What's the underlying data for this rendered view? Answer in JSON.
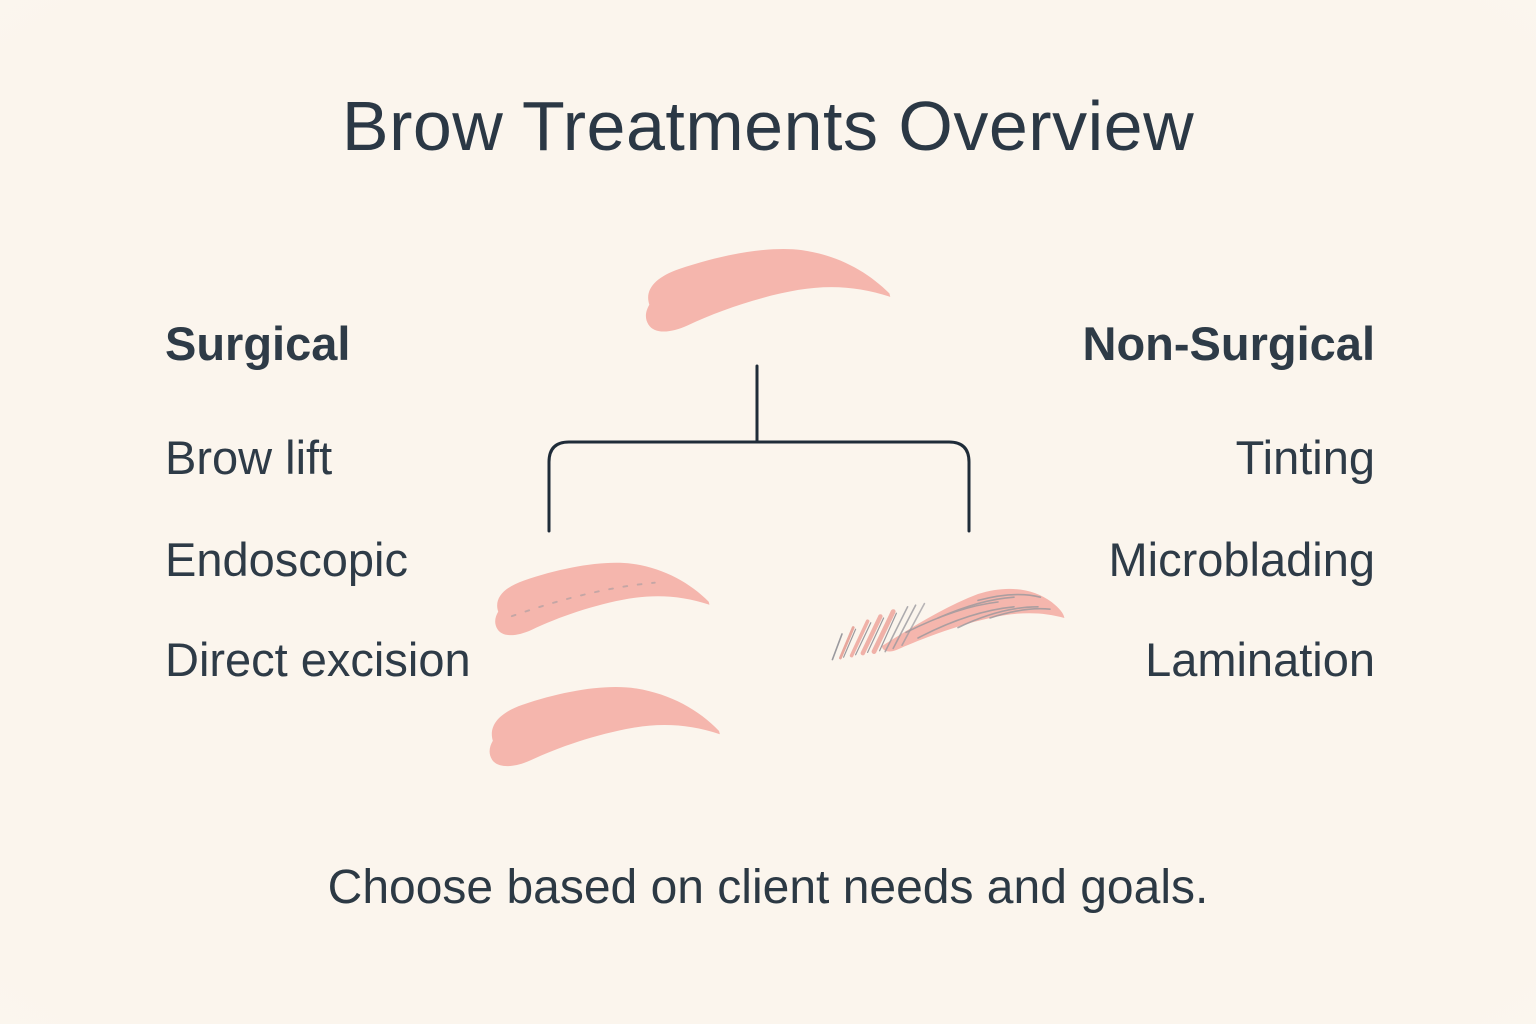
{
  "title": "Brow Treatments Overview",
  "caption": "Choose based on client needs and goals.",
  "left_column": {
    "header": "Surgical",
    "items": [
      "Brow lift",
      "Endoscopic",
      "Direct excision"
    ]
  },
  "right_column": {
    "header": "Non-Surgical",
    "items": [
      "Tinting",
      "Microblading",
      "Lamination"
    ]
  },
  "illustrations": {
    "top_brow": "brow-solid-icon",
    "middle_left_brow": "brow-tinted-icon",
    "middle_right_brow": "brow-microblading-icon",
    "bottom_brow": "brow-thick-solid-icon",
    "connector": "tree-bracket-line"
  },
  "colors": {
    "background": "#fbf5ed",
    "text": "#2e3b47",
    "connector_line": "#1f2c39",
    "brow_pink": "#f5b6ad",
    "hair_stroke_gray": "#9a999e"
  }
}
